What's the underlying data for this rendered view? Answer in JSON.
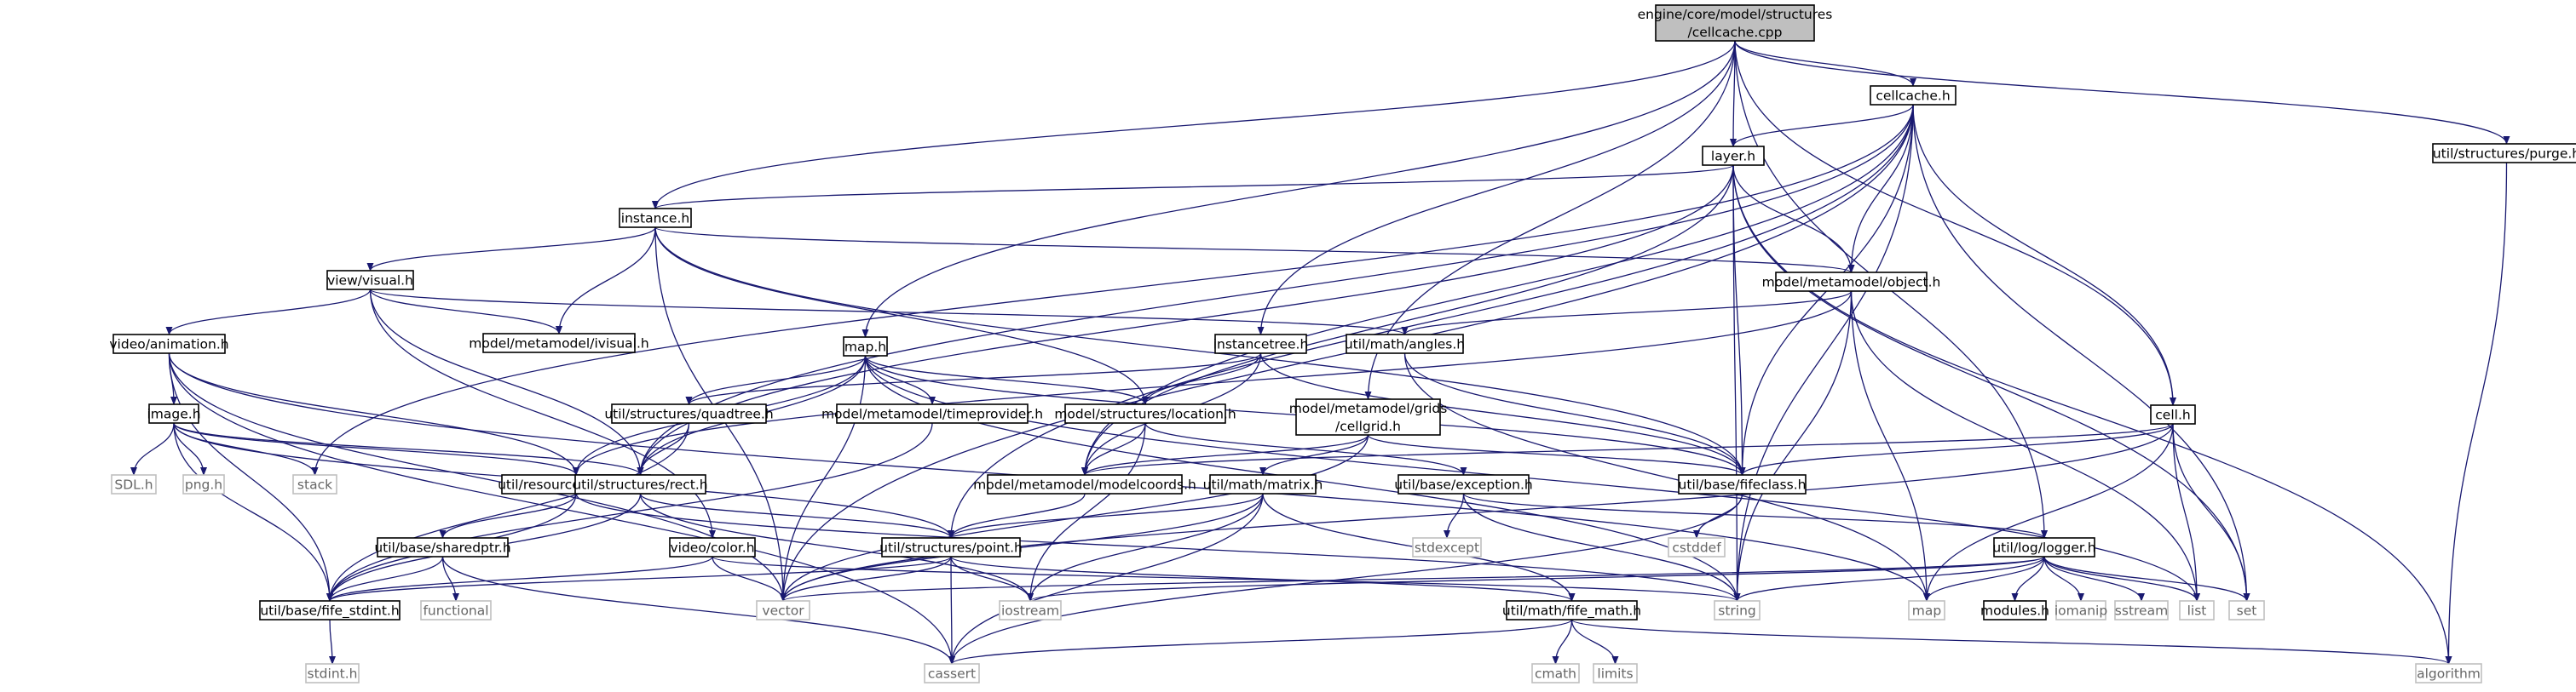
{
  "nodes": [
    {
      "id": "cellcache_cpp",
      "lines": [
        "engine/core/model/structures",
        "/cellcache.cpp"
      ],
      "kind": "root"
    },
    {
      "id": "cellcache_h",
      "lines": [
        "cellcache.h"
      ],
      "kind": "file"
    },
    {
      "id": "purge_h",
      "lines": [
        "util/structures/purge.h"
      ],
      "kind": "file"
    },
    {
      "id": "layer_h",
      "lines": [
        "layer.h"
      ],
      "kind": "file"
    },
    {
      "id": "instance_h",
      "lines": [
        "instance.h"
      ],
      "kind": "file"
    },
    {
      "id": "object_h",
      "lines": [
        "model/metamodel/object.h"
      ],
      "kind": "file"
    },
    {
      "id": "visual_h",
      "lines": [
        "view/visual.h"
      ],
      "kind": "file"
    },
    {
      "id": "ivisual_h",
      "lines": [
        "model/metamodel/ivisual.h"
      ],
      "kind": "file"
    },
    {
      "id": "animation_h",
      "lines": [
        "video/animation.h"
      ],
      "kind": "file"
    },
    {
      "id": "map_h",
      "lines": [
        "map.h"
      ],
      "kind": "file"
    },
    {
      "id": "instancetree_h",
      "lines": [
        "instancetree.h"
      ],
      "kind": "file"
    },
    {
      "id": "angles_h",
      "lines": [
        "util/math/angles.h"
      ],
      "kind": "file"
    },
    {
      "id": "image_h",
      "lines": [
        "image.h"
      ],
      "kind": "file"
    },
    {
      "id": "quadtree_h",
      "lines": [
        "util/structures/quadtree.h"
      ],
      "kind": "file"
    },
    {
      "id": "timeprovider_h",
      "lines": [
        "model/metamodel/timeprovider.h"
      ],
      "kind": "file"
    },
    {
      "id": "location_h",
      "lines": [
        "model/structures/location.h"
      ],
      "kind": "file"
    },
    {
      "id": "cellgrid_h",
      "lines": [
        "model/metamodel/grids",
        "/cellgrid.h"
      ],
      "kind": "file"
    },
    {
      "id": "cell_h",
      "lines": [
        "cell.h"
      ],
      "kind": "file"
    },
    {
      "id": "resource_h",
      "lines": [
        "util/resource/resource.h"
      ],
      "kind": "file"
    },
    {
      "id": "rect_h",
      "lines": [
        "util/structures/rect.h"
      ],
      "kind": "file"
    },
    {
      "id": "modelcoords_h",
      "lines": [
        "model/metamodel/modelcoords.h"
      ],
      "kind": "file"
    },
    {
      "id": "matrix_h",
      "lines": [
        "util/math/matrix.h"
      ],
      "kind": "file"
    },
    {
      "id": "exception_h",
      "lines": [
        "util/base/exception.h"
      ],
      "kind": "file"
    },
    {
      "id": "fifeclass_h",
      "lines": [
        "util/base/fifeclass.h"
      ],
      "kind": "file"
    },
    {
      "id": "SDL_h",
      "lines": [
        "SDL.h"
      ],
      "kind": "sys"
    },
    {
      "id": "png_h",
      "lines": [
        "png.h"
      ],
      "kind": "sys"
    },
    {
      "id": "stack",
      "lines": [
        "stack"
      ],
      "kind": "sys"
    },
    {
      "id": "sharedptr_h",
      "lines": [
        "util/base/sharedptr.h"
      ],
      "kind": "file"
    },
    {
      "id": "color_h",
      "lines": [
        "video/color.h"
      ],
      "kind": "file"
    },
    {
      "id": "point_h",
      "lines": [
        "util/structures/point.h"
      ],
      "kind": "file"
    },
    {
      "id": "stdexcept",
      "lines": [
        "stdexcept"
      ],
      "kind": "sys"
    },
    {
      "id": "cstddef",
      "lines": [
        "cstddef"
      ],
      "kind": "sys"
    },
    {
      "id": "logger_h",
      "lines": [
        "util/log/logger.h"
      ],
      "kind": "file"
    },
    {
      "id": "fife_stdint_h",
      "lines": [
        "util/base/fife_stdint.h"
      ],
      "kind": "file"
    },
    {
      "id": "functional",
      "lines": [
        "functional"
      ],
      "kind": "sys"
    },
    {
      "id": "vector",
      "lines": [
        "vector"
      ],
      "kind": "sys"
    },
    {
      "id": "iostream",
      "lines": [
        "iostream"
      ],
      "kind": "sys"
    },
    {
      "id": "string",
      "lines": [
        "string"
      ],
      "kind": "sys"
    },
    {
      "id": "fife_math_h",
      "lines": [
        "util/math/fife_math.h"
      ],
      "kind": "file"
    },
    {
      "id": "map",
      "lines": [
        "map"
      ],
      "kind": "sys"
    },
    {
      "id": "modules_h",
      "lines": [
        "modules.h"
      ],
      "kind": "file"
    },
    {
      "id": "iomanip",
      "lines": [
        "iomanip"
      ],
      "kind": "sys"
    },
    {
      "id": "sstream",
      "lines": [
        "sstream"
      ],
      "kind": "sys"
    },
    {
      "id": "list",
      "lines": [
        "list"
      ],
      "kind": "sys"
    },
    {
      "id": "set",
      "lines": [
        "set"
      ],
      "kind": "sys"
    },
    {
      "id": "stdint_h",
      "lines": [
        "stdint.h"
      ],
      "kind": "sys"
    },
    {
      "id": "cassert",
      "lines": [
        "cassert"
      ],
      "kind": "sys"
    },
    {
      "id": "cmath",
      "lines": [
        "cmath"
      ],
      "kind": "sys"
    },
    {
      "id": "limits",
      "lines": [
        "limits"
      ],
      "kind": "sys"
    },
    {
      "id": "algorithm",
      "lines": [
        "algorithm"
      ],
      "kind": "sys"
    }
  ],
  "edges": [
    [
      "cellcache_cpp",
      "cellcache_h"
    ],
    [
      "cellcache_cpp",
      "layer_h"
    ],
    [
      "cellcache_cpp",
      "instance_h"
    ],
    [
      "cellcache_cpp",
      "map_h"
    ],
    [
      "cellcache_cpp",
      "instancetree_h"
    ],
    [
      "cellcache_cpp",
      "cellgrid_h"
    ],
    [
      "cellcache_cpp",
      "cell_h"
    ],
    [
      "cellcache_cpp",
      "logger_h"
    ],
    [
      "cellcache_cpp",
      "purge_h"
    ],
    [
      "cellcache_h",
      "layer_h"
    ],
    [
      "cellcache_h",
      "object_h"
    ],
    [
      "cellcache_h",
      "cell_h"
    ],
    [
      "cellcache_h",
      "modelcoords_h"
    ],
    [
      "cellcache_h",
      "rect_h"
    ],
    [
      "cellcache_h",
      "fifeclass_h"
    ],
    [
      "cellcache_h",
      "point_h"
    ],
    [
      "cellcache_h",
      "vector"
    ],
    [
      "cellcache_h",
      "string"
    ],
    [
      "cellcache_h",
      "set"
    ],
    [
      "cellcache_h",
      "stack"
    ],
    [
      "purge_h",
      "algorithm"
    ],
    [
      "layer_h",
      "instance_h"
    ],
    [
      "layer_h",
      "object_h"
    ],
    [
      "layer_h",
      "modelcoords_h"
    ],
    [
      "layer_h",
      "rect_h"
    ],
    [
      "layer_h",
      "fifeclass_h"
    ],
    [
      "layer_h",
      "string"
    ],
    [
      "layer_h",
      "set"
    ],
    [
      "layer_h",
      "algorithm"
    ],
    [
      "instance_h",
      "visual_h"
    ],
    [
      "instance_h",
      "ivisual_h"
    ],
    [
      "instance_h",
      "object_h"
    ],
    [
      "instance_h",
      "location_h"
    ],
    [
      "instance_h",
      "fifeclass_h"
    ],
    [
      "instance_h",
      "vector"
    ],
    [
      "object_h",
      "angles_h"
    ],
    [
      "object_h",
      "resource_h"
    ],
    [
      "object_h",
      "string"
    ],
    [
      "object_h",
      "map"
    ],
    [
      "object_h",
      "list"
    ],
    [
      "visual_h",
      "animation_h"
    ],
    [
      "visual_h",
      "ivisual_h"
    ],
    [
      "visual_h",
      "angles_h"
    ],
    [
      "visual_h",
      "rect_h"
    ],
    [
      "visual_h",
      "color_h"
    ],
    [
      "animation_h",
      "image_h"
    ],
    [
      "animation_h",
      "resource_h"
    ],
    [
      "animation_h",
      "fife_stdint_h"
    ],
    [
      "animation_h",
      "vector"
    ],
    [
      "animation_h",
      "map"
    ],
    [
      "animation_h",
      "cassert"
    ],
    [
      "map_h",
      "quadtree_h"
    ],
    [
      "map_h",
      "timeprovider_h"
    ],
    [
      "map_h",
      "location_h"
    ],
    [
      "map_h",
      "resource_h"
    ],
    [
      "map_h",
      "fifeclass_h"
    ],
    [
      "map_h",
      "string"
    ],
    [
      "map_h",
      "list"
    ],
    [
      "map_h",
      "vector"
    ],
    [
      "map_h",
      "rect_h"
    ],
    [
      "instancetree_h",
      "location_h"
    ],
    [
      "instancetree_h",
      "modelcoords_h"
    ],
    [
      "instancetree_h",
      "fifeclass_h"
    ],
    [
      "instancetree_h",
      "quadtree_h"
    ],
    [
      "angles_h",
      "fifeclass_h"
    ],
    [
      "angles_h",
      "map"
    ],
    [
      "image_h",
      "SDL_h"
    ],
    [
      "image_h",
      "png_h"
    ],
    [
      "image_h",
      "stack"
    ],
    [
      "image_h",
      "resource_h"
    ],
    [
      "image_h",
      "rect_h"
    ],
    [
      "image_h",
      "fife_stdint_h"
    ],
    [
      "image_h",
      "point_h"
    ],
    [
      "quadtree_h",
      "rect_h"
    ],
    [
      "quadtree_h",
      "fife_stdint_h"
    ],
    [
      "timeprovider_h",
      "fife_stdint_h"
    ],
    [
      "location_h",
      "modelcoords_h"
    ],
    [
      "location_h",
      "exception_h"
    ],
    [
      "location_h",
      "iostream"
    ],
    [
      "cellgrid_h",
      "modelcoords_h"
    ],
    [
      "cellgrid_h",
      "matrix_h"
    ],
    [
      "cellgrid_h",
      "fifeclass_h"
    ],
    [
      "cellgrid_h",
      "vector"
    ],
    [
      "cell_h",
      "fifeclass_h"
    ],
    [
      "cell_h",
      "modelcoords_h"
    ],
    [
      "cell_h",
      "vector"
    ],
    [
      "cell_h",
      "map"
    ],
    [
      "cell_h",
      "list"
    ],
    [
      "cell_h",
      "set"
    ],
    [
      "resource_h",
      "sharedptr_h"
    ],
    [
      "resource_h",
      "fife_stdint_h"
    ],
    [
      "resource_h",
      "string"
    ],
    [
      "rect_h",
      "point_h"
    ],
    [
      "rect_h",
      "fife_stdint_h"
    ],
    [
      "rect_h",
      "iostream"
    ],
    [
      "modelcoords_h",
      "point_h"
    ],
    [
      "matrix_h",
      "point_h"
    ],
    [
      "matrix_h",
      "fife_math_h"
    ],
    [
      "matrix_h",
      "vector"
    ],
    [
      "matrix_h",
      "iostream"
    ],
    [
      "matrix_h",
      "cassert"
    ],
    [
      "exception_h",
      "stdexcept"
    ],
    [
      "exception_h",
      "string"
    ],
    [
      "exception_h",
      "logger_h"
    ],
    [
      "fifeclass_h",
      "cstddef"
    ],
    [
      "fifeclass_h",
      "cassert"
    ],
    [
      "sharedptr_h",
      "functional"
    ],
    [
      "sharedptr_h",
      "fife_stdint_h"
    ],
    [
      "sharedptr_h",
      "cassert"
    ],
    [
      "color_h",
      "fife_stdint_h"
    ],
    [
      "color_h",
      "vector"
    ],
    [
      "color_h",
      "string"
    ],
    [
      "point_h",
      "fife_math_h"
    ],
    [
      "point_h",
      "fife_stdint_h"
    ],
    [
      "point_h",
      "iostream"
    ],
    [
      "point_h",
      "vector"
    ],
    [
      "point_h",
      "cassert"
    ],
    [
      "logger_h",
      "modules_h"
    ],
    [
      "logger_h",
      "iomanip"
    ],
    [
      "logger_h",
      "sstream"
    ],
    [
      "logger_h",
      "list"
    ],
    [
      "logger_h",
      "set"
    ],
    [
      "logger_h",
      "map"
    ],
    [
      "logger_h",
      "vector"
    ],
    [
      "logger_h",
      "string"
    ],
    [
      "logger_h",
      "iostream"
    ],
    [
      "fife_stdint_h",
      "stdint_h"
    ],
    [
      "fife_math_h",
      "cmath"
    ],
    [
      "fife_math_h",
      "limits"
    ],
    [
      "fife_math_h",
      "algorithm"
    ],
    [
      "fife_math_h",
      "cassert"
    ]
  ],
  "colors": {
    "edge": "#191970",
    "file_fill": "#ffffff",
    "file_border": "#000000",
    "file_text": "#000000",
    "sys_fill": "#ffffff",
    "sys_border": "#bfbfbf",
    "sys_text": "#666666",
    "root_fill": "#bfbfbf",
    "root_border": "#000000",
    "root_text": "#000000"
  }
}
